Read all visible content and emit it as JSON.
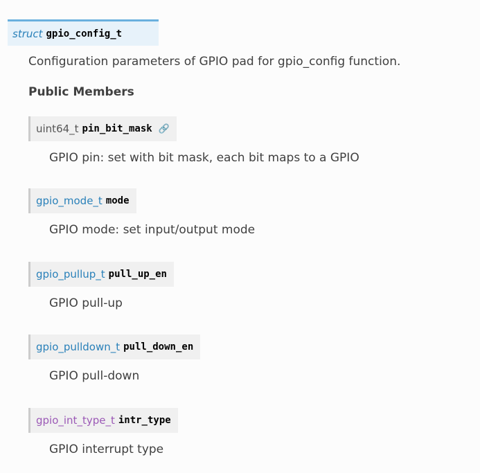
{
  "struct": {
    "keyword": "struct",
    "name": "gpio_config_t",
    "description": "Configuration parameters of GPIO pad for gpio_config function."
  },
  "section_heading": "Public Members",
  "members": [
    {
      "type": "uint64_t",
      "name": "pin_bit_mask",
      "description": "GPIO pin: set with bit mask, each bit maps to a GPIO",
      "type_style": "plain"
    },
    {
      "type": "gpio_mode_t",
      "name": "mode",
      "description": "GPIO mode: set input/output mode",
      "type_style": "link"
    },
    {
      "type": "gpio_pullup_t",
      "name": "pull_up_en",
      "description": "GPIO pull-up",
      "type_style": "link"
    },
    {
      "type": "gpio_pulldown_t",
      "name": "pull_down_en",
      "description": "GPIO pull-down",
      "type_style": "link"
    },
    {
      "type": "gpio_int_type_t",
      "name": "intr_type",
      "description": "GPIO interrupt type",
      "type_style": "visited"
    }
  ],
  "colors": {
    "link": "#2980b9",
    "visited": "#9b59b6",
    "header_bg": "#e7f2fa",
    "header_border": "#6ab0de"
  }
}
